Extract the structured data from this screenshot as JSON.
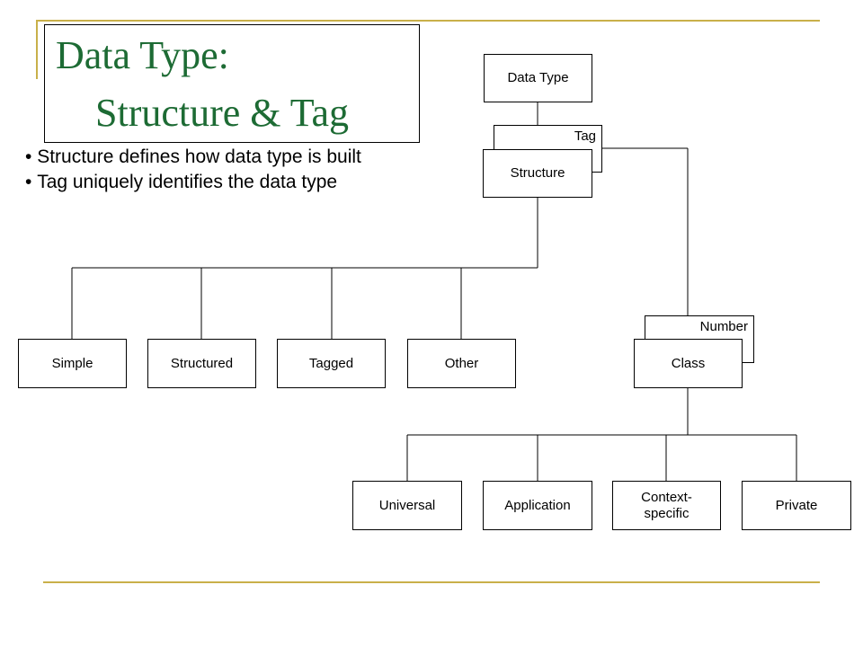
{
  "title": {
    "line1": "Data Type:",
    "line2": "Structure & Tag"
  },
  "bullets": [
    "Structure defines how data type is built",
    "Tag uniquely identifies the data type"
  ],
  "diagram": {
    "root": "Data Type",
    "tag_label": "Tag",
    "structure": "Structure",
    "structure_types": [
      "Simple",
      "Structured",
      "Tagged",
      "Other"
    ],
    "class": "Class",
    "number_label": "Number",
    "class_types": [
      "Universal",
      "Application",
      "Context-\nspecific",
      "Private"
    ]
  },
  "colors": {
    "title_green": "#1d6b34",
    "accent_gold": "#c9b04a"
  }
}
